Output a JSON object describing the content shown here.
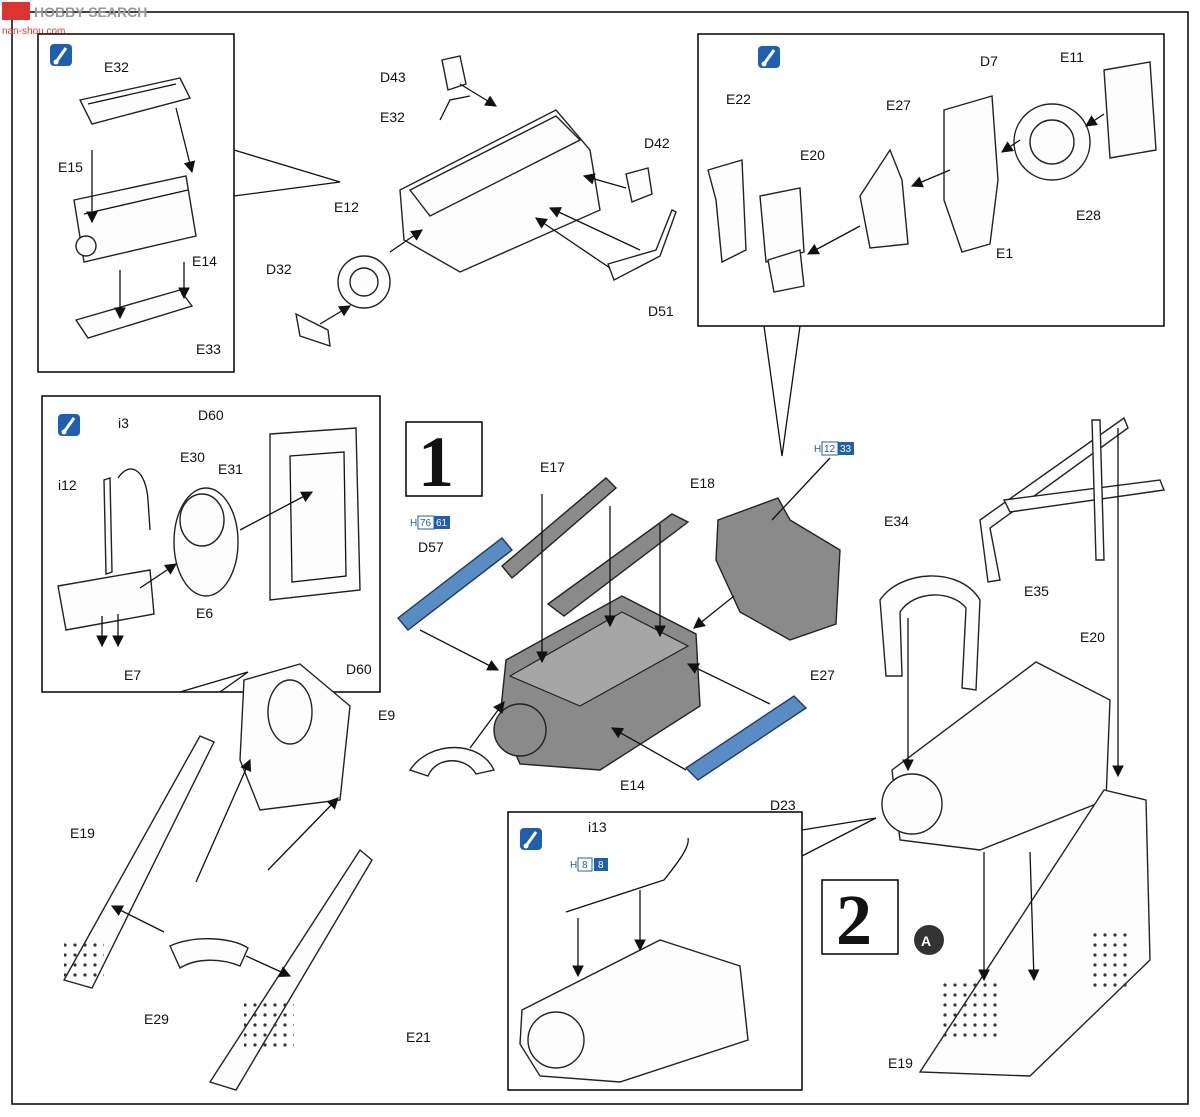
{
  "watermark": {
    "brand": "HOBBY SEARCH",
    "url": "nan-shou.com"
  },
  "steps": {
    "step1": "1",
    "step2": "2",
    "sub_a": "A"
  },
  "paint_codes": {
    "d57": {
      "prefix": "H",
      "a": "76",
      "b": "61"
    },
    "e27": {
      "prefix": "H",
      "a": "12",
      "b": "33"
    },
    "i13": {
      "prefix": "H",
      "a": "8",
      "b": "8"
    }
  },
  "labels": {
    "tl_e32": "E32",
    "tl_e15": "E15",
    "tl_e14": "E14",
    "tl_e33": "E33",
    "tc_d43": "D43",
    "tc_e32": "E32",
    "tc_d42": "D42",
    "tc_e12": "E12",
    "tc_d32": "D32",
    "tc_d51": "D51",
    "tr_e22": "E22",
    "tr_e20": "E20",
    "tr_e27": "E27",
    "tr_d7": "D7",
    "tr_e11": "E11",
    "tr_e28": "E28",
    "tr_e1": "E1",
    "ml_i3": "i3",
    "ml_d60": "D60",
    "ml_i12": "i12",
    "ml_e30": "E30",
    "ml_e31": "E31",
    "ml_e6": "E6",
    "ml_e7": "E7",
    "c_e17": "E17",
    "c_e18": "E18",
    "c_d57": "D57",
    "c_e27": "E27",
    "c_e9": "E9",
    "c_e14": "E14",
    "c_d23": "D23",
    "bl_d60": "D60",
    "bl_e19": "E19",
    "bl_e29": "E29",
    "bl_e21": "E21",
    "bc_i13": "i13",
    "r_e34": "E34",
    "r_e35": "E35",
    "r_e20": "E20",
    "r_e19": "E19"
  },
  "colors": {
    "part_blue": "#5a8cc4",
    "part_gray": "#8a8a8a",
    "paint_tag": "#1f5fb0"
  }
}
